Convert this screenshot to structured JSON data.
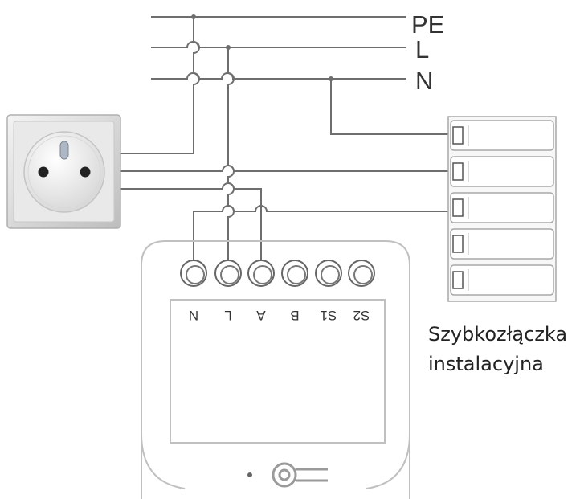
{
  "buses": [
    {
      "label": "PE"
    },
    {
      "label": "L"
    },
    {
      "label": "N"
    }
  ],
  "terminals": [
    "N",
    "L",
    "A",
    "B",
    "S1",
    "S2"
  ],
  "connector_caption": [
    "Szybkozłączka",
    "instalacyjna"
  ],
  "colors": {
    "wire": "#6e6e6e",
    "outline": "#b8b8b8",
    "socket_frame": "#cfcfcf",
    "socket_pin": "#222222"
  }
}
